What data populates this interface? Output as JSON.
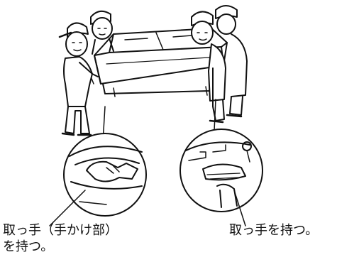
{
  "captions": {
    "left_line1": "取っ手（手かけ部）",
    "left_line2": "を持つ。",
    "right": "取っ手を持つ。"
  },
  "colors": {
    "ink": "#111111",
    "background": "#ffffff"
  }
}
